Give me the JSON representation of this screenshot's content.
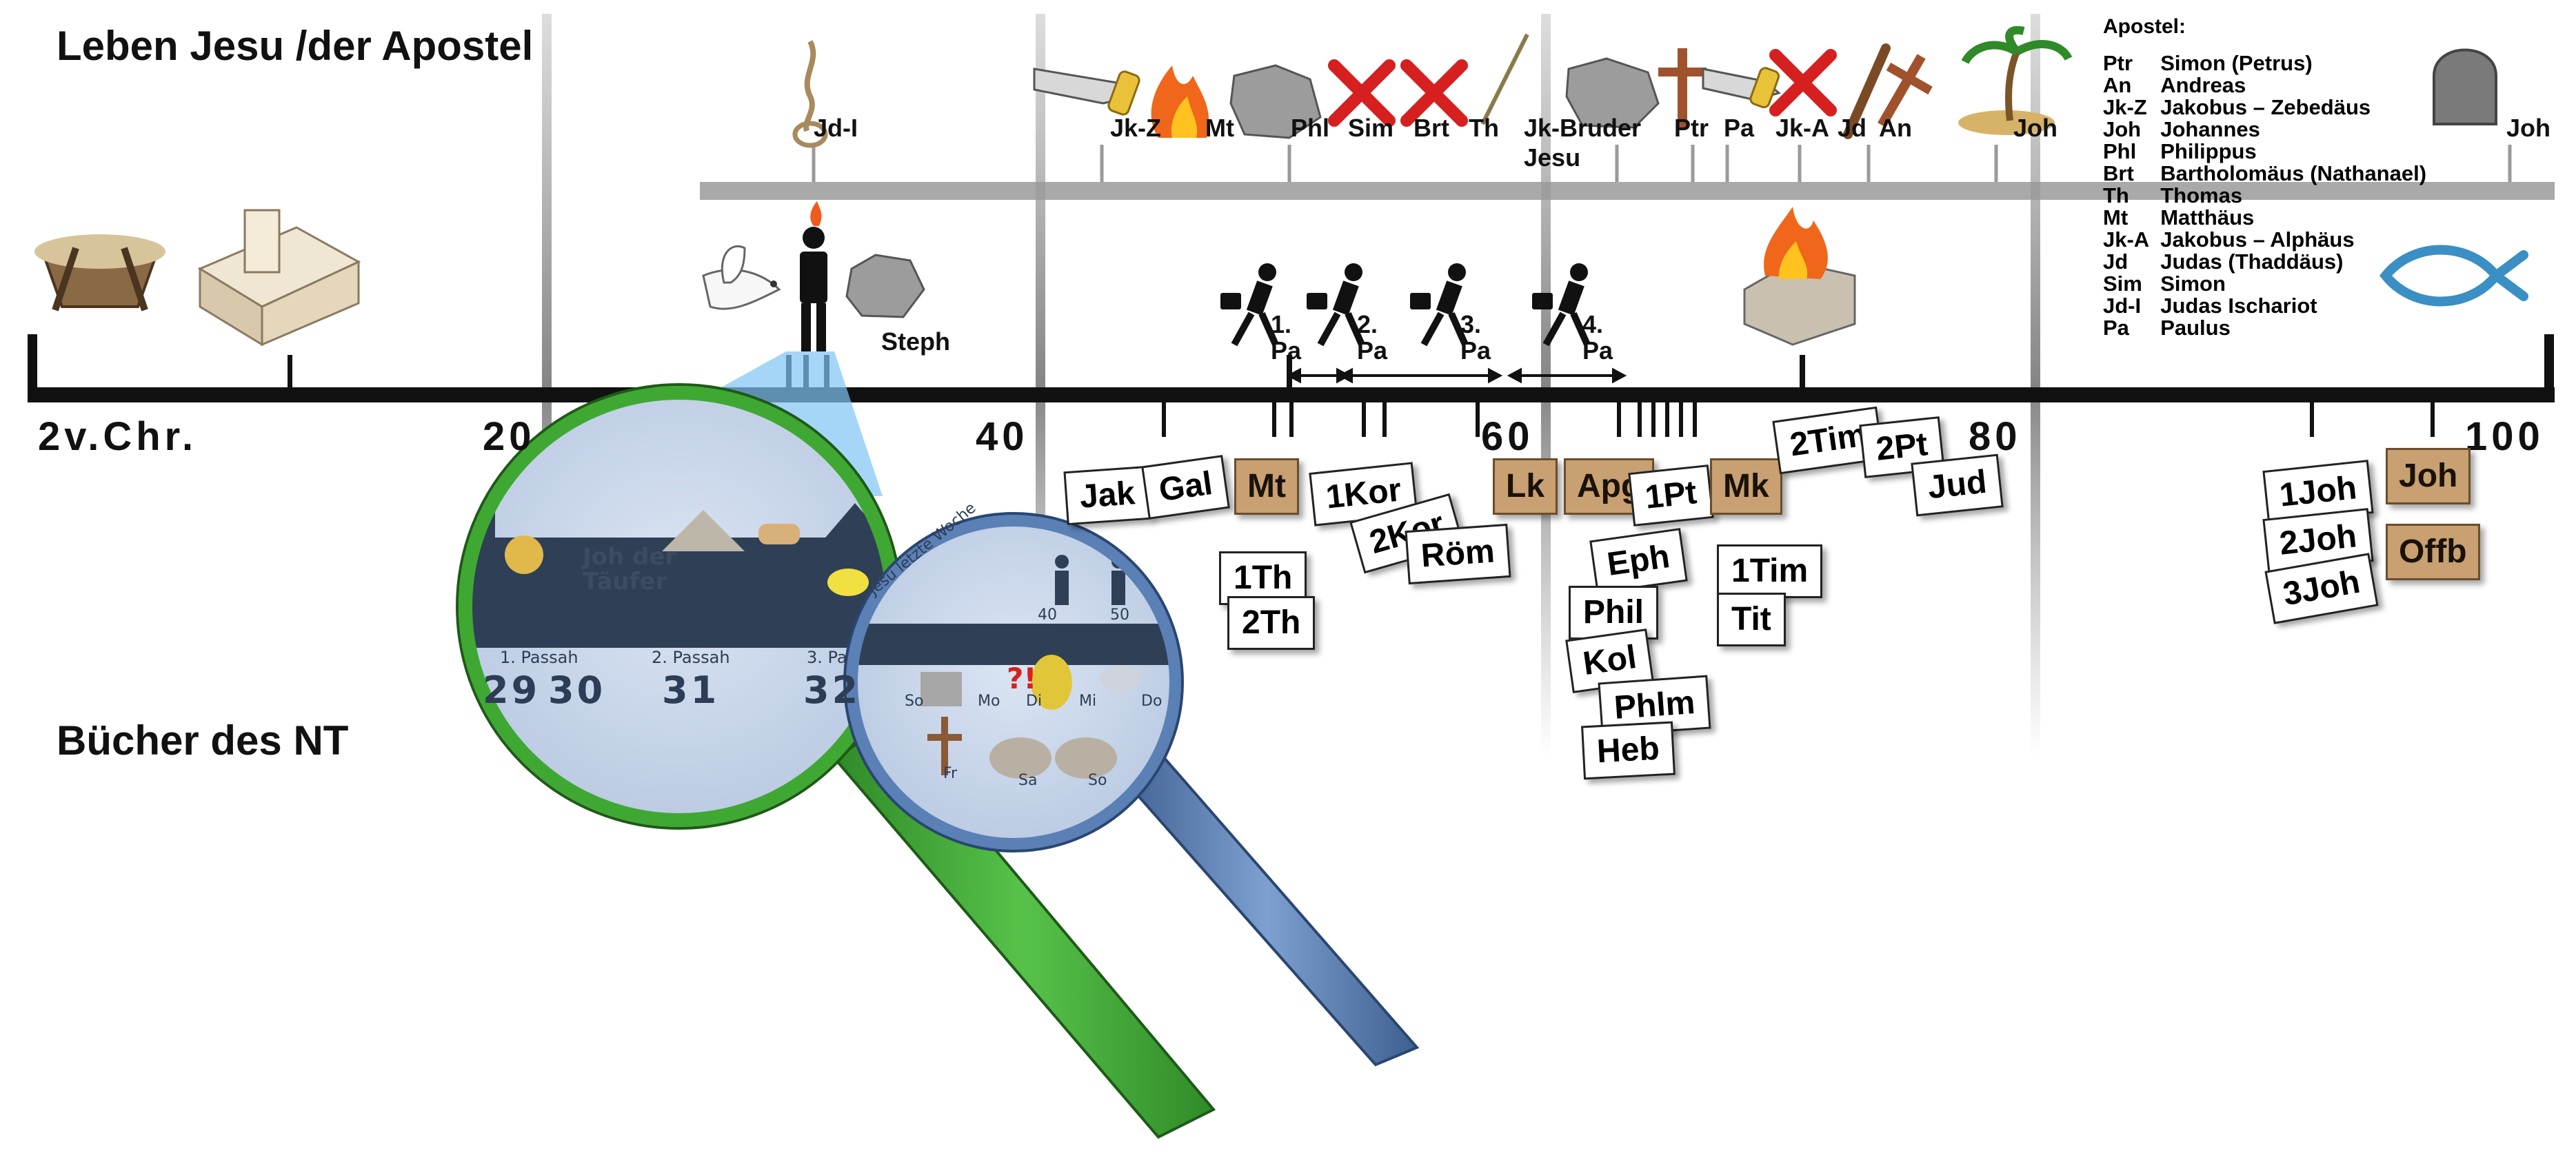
{
  "headings": {
    "life": "Leben Jesu /der Apostel",
    "books": "Bücher des NT"
  },
  "timeline": {
    "years": [
      "2v.Chr.",
      "20",
      "40",
      "60",
      "80",
      "100"
    ]
  },
  "deaths": {
    "jd_i": "Jd-I",
    "jk_z": "Jk-Z",
    "mt": "Mt",
    "phl": "Phl",
    "sim": "Sim",
    "brt": "Brt",
    "th": "Th",
    "jk_bruder": "Jk-Bruder",
    "jesu": "Jesu",
    "ptr": "Ptr",
    "pa": "Pa",
    "jk_a": "Jk-A",
    "jd": "Jd",
    "an": "An",
    "joh": "Joh",
    "joh_late": "Joh"
  },
  "events": {
    "steph": "Steph",
    "journey_word": "Pa",
    "journey_1": "1.",
    "journey_2": "2.",
    "journey_3": "3.",
    "journey_4": "4."
  },
  "apostles": {
    "title": "Apostel:",
    "list": [
      {
        "abbr": "Ptr",
        "name": "Simon (Petrus)"
      },
      {
        "abbr": "An",
        "name": "Andreas"
      },
      {
        "abbr": "Jk-Z",
        "name": "Jakobus – Zebedäus"
      },
      {
        "abbr": "Joh",
        "name": "Johannes"
      },
      {
        "abbr": "Phl",
        "name": "Philippus"
      },
      {
        "abbr": "Brt",
        "name": "Bartholomäus (Nathanael)"
      },
      {
        "abbr": "Th",
        "name": "Thomas"
      },
      {
        "abbr": "Mt",
        "name": "Matthäus"
      },
      {
        "abbr": "Jk-A",
        "name": "Jakobus – Alphäus"
      },
      {
        "abbr": "Jd",
        "name": "Judas (Thaddäus)"
      },
      {
        "abbr": "Sim",
        "name": "Simon"
      },
      {
        "abbr": "Jd-I",
        "name": "Judas Ischariot"
      },
      {
        "abbr": "Pa",
        "name": "Paulus"
      }
    ]
  },
  "books": {
    "jak": "Jak",
    "gal": "Gal",
    "mt": "Mt",
    "th1": "1Th",
    "th2": "2Th",
    "kor1": "1Kor",
    "kor2": "2Kor",
    "rom": "Röm",
    "lk": "Lk",
    "apg": "Apg",
    "pt1": "1Pt",
    "mk": "Mk",
    "eph": "Eph",
    "phil": "Phil",
    "kol": "Kol",
    "phlm": "Phlm",
    "heb": "Heb",
    "tim1": "1Tim",
    "tit": "Tit",
    "tim2": "2Tim",
    "pt2": "2Pt",
    "jud": "Jud",
    "joh1": "1Joh",
    "joh2": "2Joh",
    "joh3": "3Joh",
    "joh": "Joh",
    "offb": "Offb"
  },
  "inset_green": {
    "joh_label": "Joh der Täufer",
    "passah": [
      "1. Passah",
      "2. Passah",
      "3. Pa"
    ],
    "years": [
      "29",
      "30",
      "31",
      "32"
    ]
  },
  "inset_blue": {
    "week_label": "Jesu letzte Woche",
    "ages": [
      "40",
      "50"
    ],
    "days": [
      "So",
      "Mo",
      "Di",
      "Mi",
      "Do",
      "Fr",
      "Sa",
      "So"
    ],
    "marker": "?!"
  },
  "colors": {
    "timeline": "#111111",
    "green_lens": "#3fa832",
    "blue_lens": "#5a80b5",
    "scroll": "#c8a071",
    "cross_red": "#d62020",
    "inset_bg": "#c9d6ea"
  }
}
